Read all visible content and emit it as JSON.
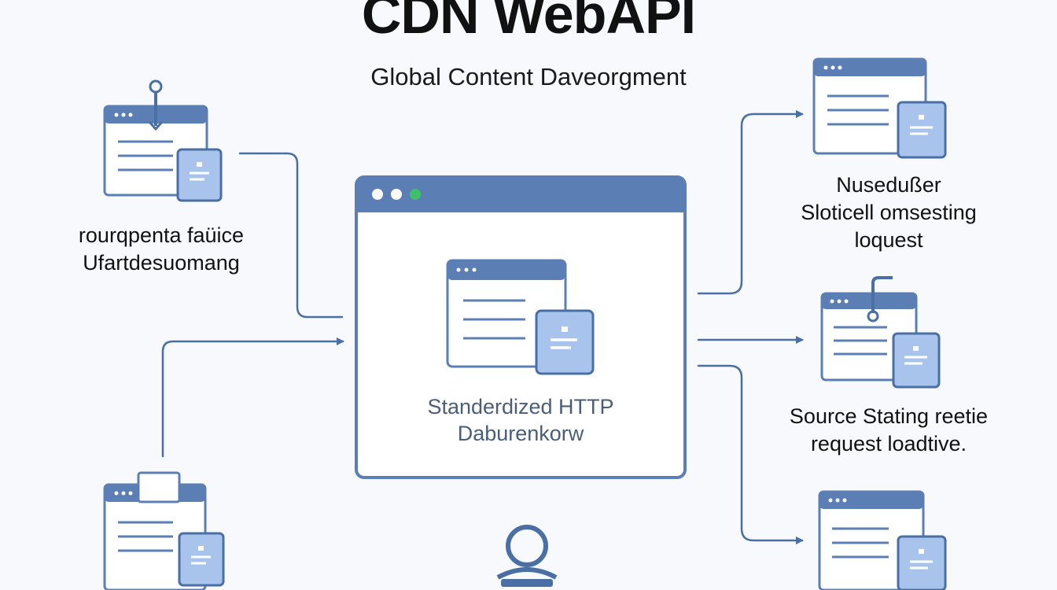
{
  "diagram": {
    "title": "CDN WebAPI",
    "subtitle": "Global Content Daveorgment",
    "center": {
      "label_line1": "Standerdized HTTP",
      "label_line2": "Daburenkorw"
    },
    "left_top": {
      "label_line1": "rourqpenta faüice",
      "label_line2": "Ufartdesuomang"
    },
    "right_top": {
      "label_line1": "Nusedußer",
      "label_line2": "Sloticell omsesting",
      "label_line3": "loquest"
    },
    "right_middle": {
      "label_line1": "Source Stating reetie",
      "label_line2": "request loadtive."
    },
    "colors": {
      "accent": "#4a6fa5",
      "window_border": "#5b7fb5",
      "card_fill": "#a9c4ec",
      "dot_green": "#3ec06a"
    }
  }
}
